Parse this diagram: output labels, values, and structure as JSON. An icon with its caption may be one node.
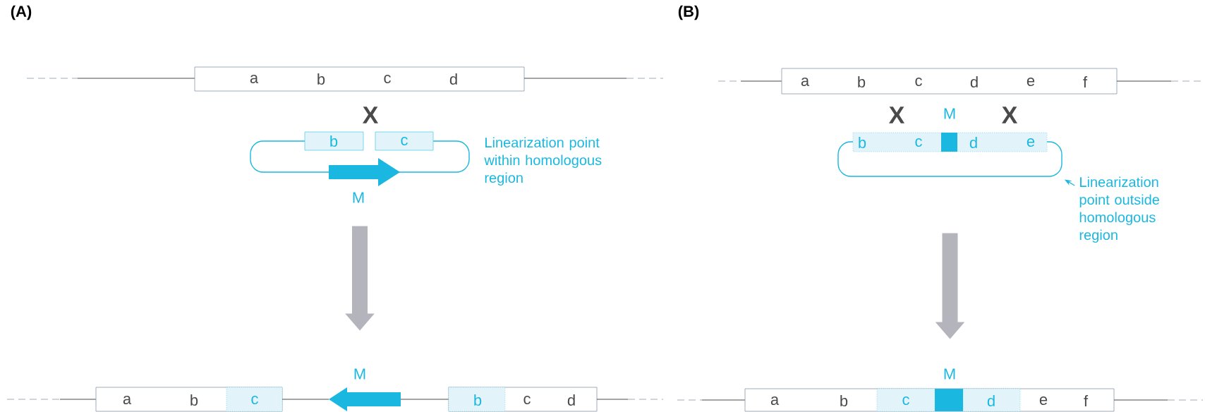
{
  "diagram": {
    "nodes": [
      {
        "text": [
          "a",
          "b",
          "c",
          "d"
        ]
      },
      {
        "text": [
          "b",
          "c",
          "M"
        ],
        "beside": [
          "Linearization point within homologous region"
        ]
      },
      {
        "text": [
          "a",
          "b",
          "c",
          "M",
          "b",
          "c",
          "d"
        ]
      },
      {
        "text": [
          "a",
          "b",
          "c",
          "d",
          "e",
          "f"
        ]
      },
      {
        "text": [
          "M",
          "b",
          "c",
          "d",
          "e"
        ]
      },
      {
        "text": [
          "Linearization point outside homologous region"
        ]
      },
      {
        "text": [
          "a",
          "b",
          "c",
          "M",
          "d",
          "e",
          "f"
        ]
      }
    ],
    "edges": [
      {
        "from": 1,
        "to": 2,
        "arrow": "to"
      },
      {
        "from": 4,
        "to": 6,
        "arrow": "to"
      },
      {
        "from": 5,
        "to": 4,
        "arrow": "to",
        "color": "#1ab8e0"
      }
    ],
    "labels": [
      "(A)",
      "(B)",
      "X",
      "X",
      "X"
    ]
  }
}
